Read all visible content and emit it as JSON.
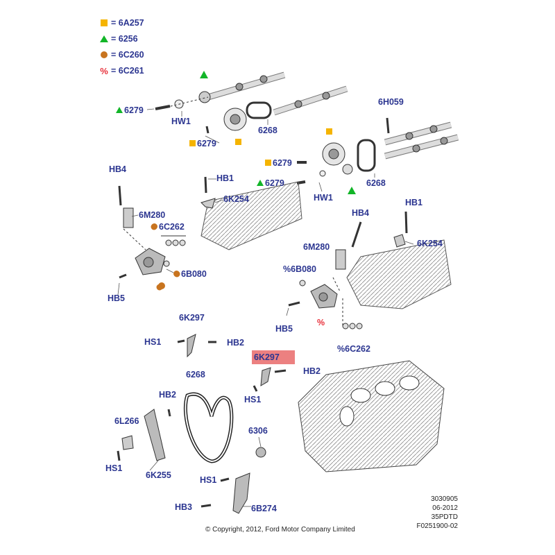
{
  "legend": {
    "items": [
      {
        "symbol": "square",
        "color": "#f5b400",
        "label": "= 6A257"
      },
      {
        "symbol": "triangle",
        "color": "#12b528",
        "label": "= 6256"
      },
      {
        "symbol": "circle",
        "color": "#c8741f",
        "label": "= 6C260"
      },
      {
        "symbol": "percent",
        "color": "#e8323c",
        "glyph": "%",
        "label": "= 6C261"
      }
    ]
  },
  "callouts": {
    "c6279_a": "6279",
    "hw1_a": "HW1",
    "c6279_b": "6279",
    "c6268_a": "6268",
    "c6h059": "6H059",
    "c6279_c": "6279",
    "c6279_d": "6279",
    "hw1_b": "HW1",
    "c6268_b": "6268",
    "hb4_a": "HB4",
    "c6m280_a": "6M280",
    "c6c262_a": "6C262",
    "c6b080_a": "6B080",
    "hb5_a": "HB5",
    "hb1_a": "HB1",
    "c6k254_a": "6K254",
    "hb4_b": "HB4",
    "c6m280_b": "6M280",
    "c6b080_b": "%6B080",
    "hb5_b": "HB5",
    "hb1_b": "HB1",
    "c6k254_b": "6K254",
    "c6c262_b": "%6C262",
    "c6k297_a": "6K297",
    "hs1_a": "HS1",
    "hb2_a": "HB2",
    "c6k297_b": "6K297",
    "hb2_b": "HB2",
    "hs1_b": "HS1",
    "c6268_c": "6268",
    "hb2_c": "HB2",
    "c6l266": "6L266",
    "hs1_c": "HS1",
    "c6k255": "6K255",
    "c6306": "6306",
    "hs1_d": "HS1",
    "hb3": "HB3",
    "c6b274": "6B274"
  },
  "footer": {
    "line1": "3030905",
    "line2": "06-2012",
    "line3": "35PDTD",
    "line4": "F0251900-02",
    "copyright": "© Copyright, 2012, Ford Motor Company Limited"
  },
  "highlight": {
    "part": "6K297",
    "color": "#e96a6a"
  }
}
